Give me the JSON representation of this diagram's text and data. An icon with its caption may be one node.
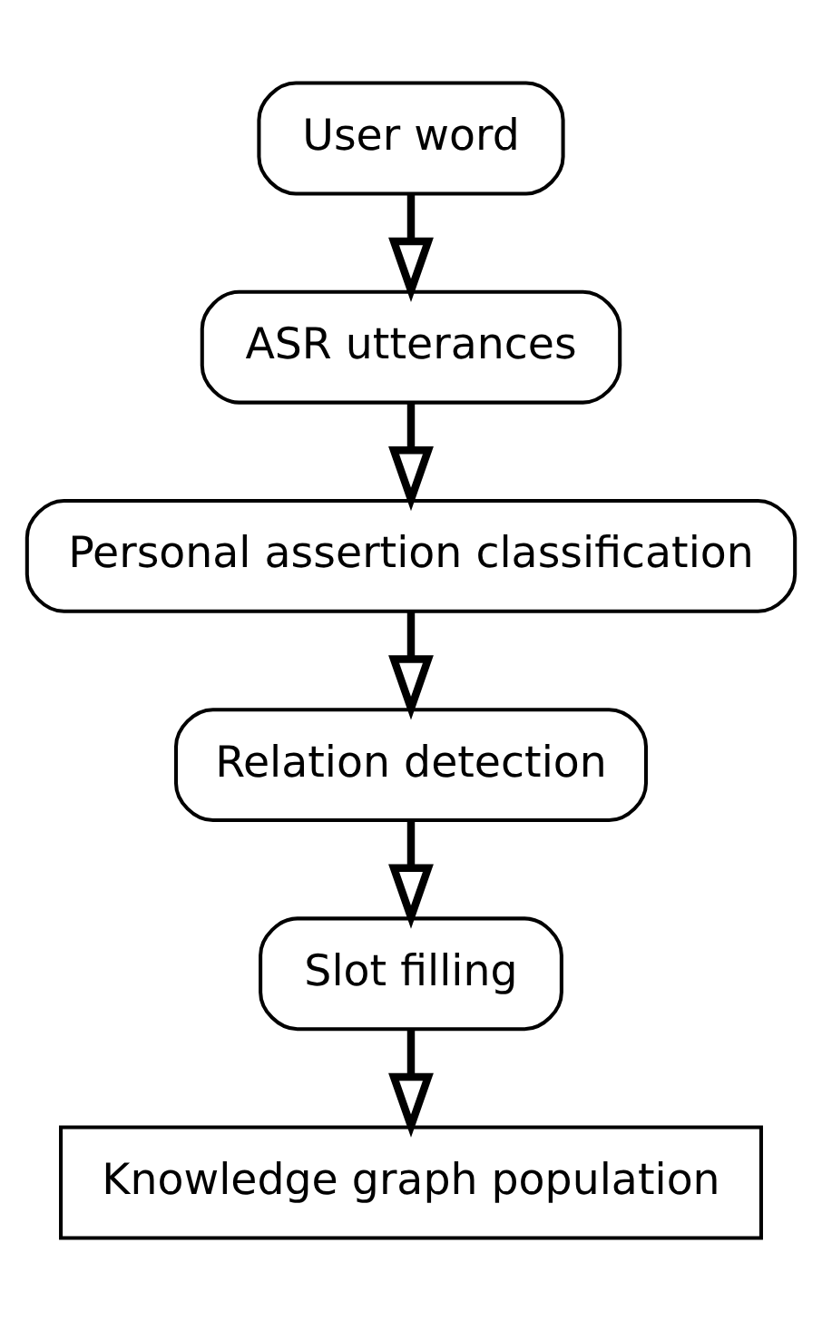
{
  "diagram": {
    "nodes": [
      {
        "text": [
          "User word"
        ]
      },
      {
        "text": [
          "ASR utterances"
        ]
      },
      {
        "text": [
          "Personal assertion classification"
        ]
      },
      {
        "text": [
          "Relation detection"
        ]
      },
      {
        "text": [
          "Slot filling"
        ]
      },
      {
        "text": [
          "Knowledge graph population"
        ]
      }
    ],
    "edges": [
      {
        "from": 0,
        "to": 1,
        "arrow": "to"
      },
      {
        "from": 1,
        "to": 2,
        "arrow": "to"
      },
      {
        "from": 2,
        "to": 3,
        "arrow": "to"
      },
      {
        "from": 3,
        "to": 4,
        "arrow": "to"
      },
      {
        "from": 4,
        "to": 5,
        "arrow": "to"
      }
    ]
  }
}
